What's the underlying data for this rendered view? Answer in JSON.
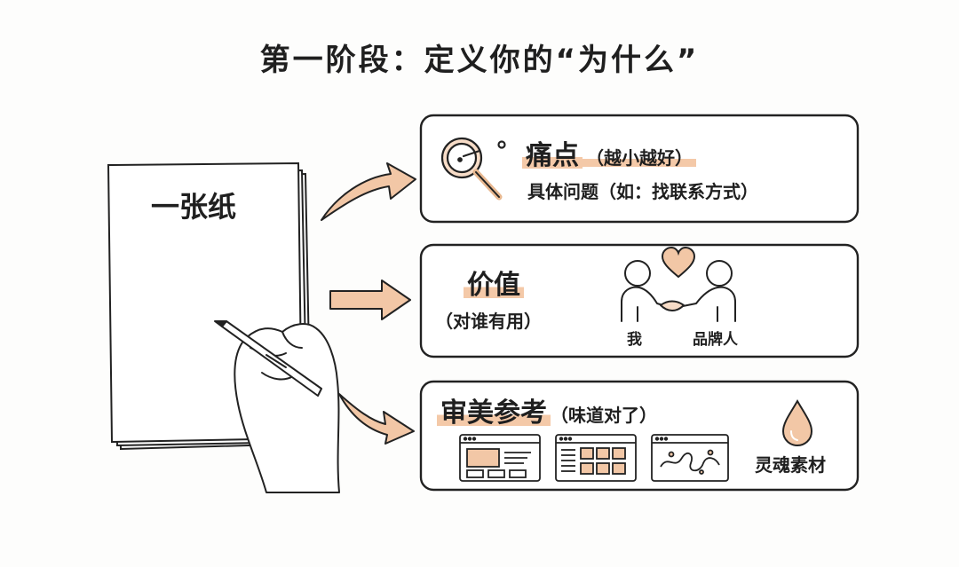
{
  "title": "第一阶段：定义你的“为什么”",
  "paper": {
    "label": "一张纸"
  },
  "cards": {
    "pain": {
      "heading": "痛点",
      "qualifier": "（越小越好）",
      "detail": "具体问题（如：找联系方式）"
    },
    "value": {
      "heading": "价值",
      "qualifier": "（对谁有用）",
      "me_label": "我",
      "brand_label": "品牌人"
    },
    "aesthetic": {
      "heading": "审美参考",
      "qualifier": "（味道对了）",
      "soul_label": "灵魂素材"
    }
  },
  "icons": [
    "magnifier-icon",
    "handshake-icon",
    "heart-icon",
    "layout-thumbnail-icon",
    "grid-thumbnail-icon",
    "squiggle-thumbnail-icon",
    "drop-icon",
    "arrow-icon"
  ],
  "colors": {
    "accent": "#f4c9a8",
    "arrow_fill": "#f2c7a6",
    "ink": "#222222"
  }
}
